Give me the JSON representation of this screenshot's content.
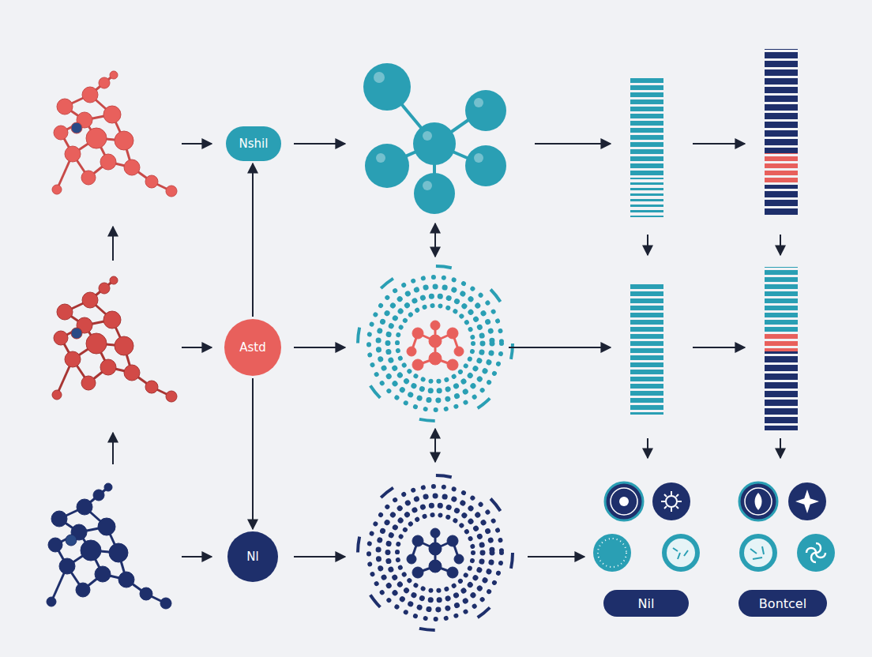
{
  "diagram": {
    "nodes": [
      {
        "text": [
          "Nshil"
        ]
      },
      {
        "text": [
          "Astd"
        ]
      },
      {
        "text": [
          "Nl"
        ]
      },
      {
        "text": [
          "Nil"
        ]
      },
      {
        "text": [
          "Bontcel"
        ]
      }
    ],
    "edges": [
      {
        "from": 1,
        "to": 0,
        "arrow": "to"
      },
      {
        "from": 1,
        "to": 2,
        "arrow": "to"
      }
    ]
  }
}
